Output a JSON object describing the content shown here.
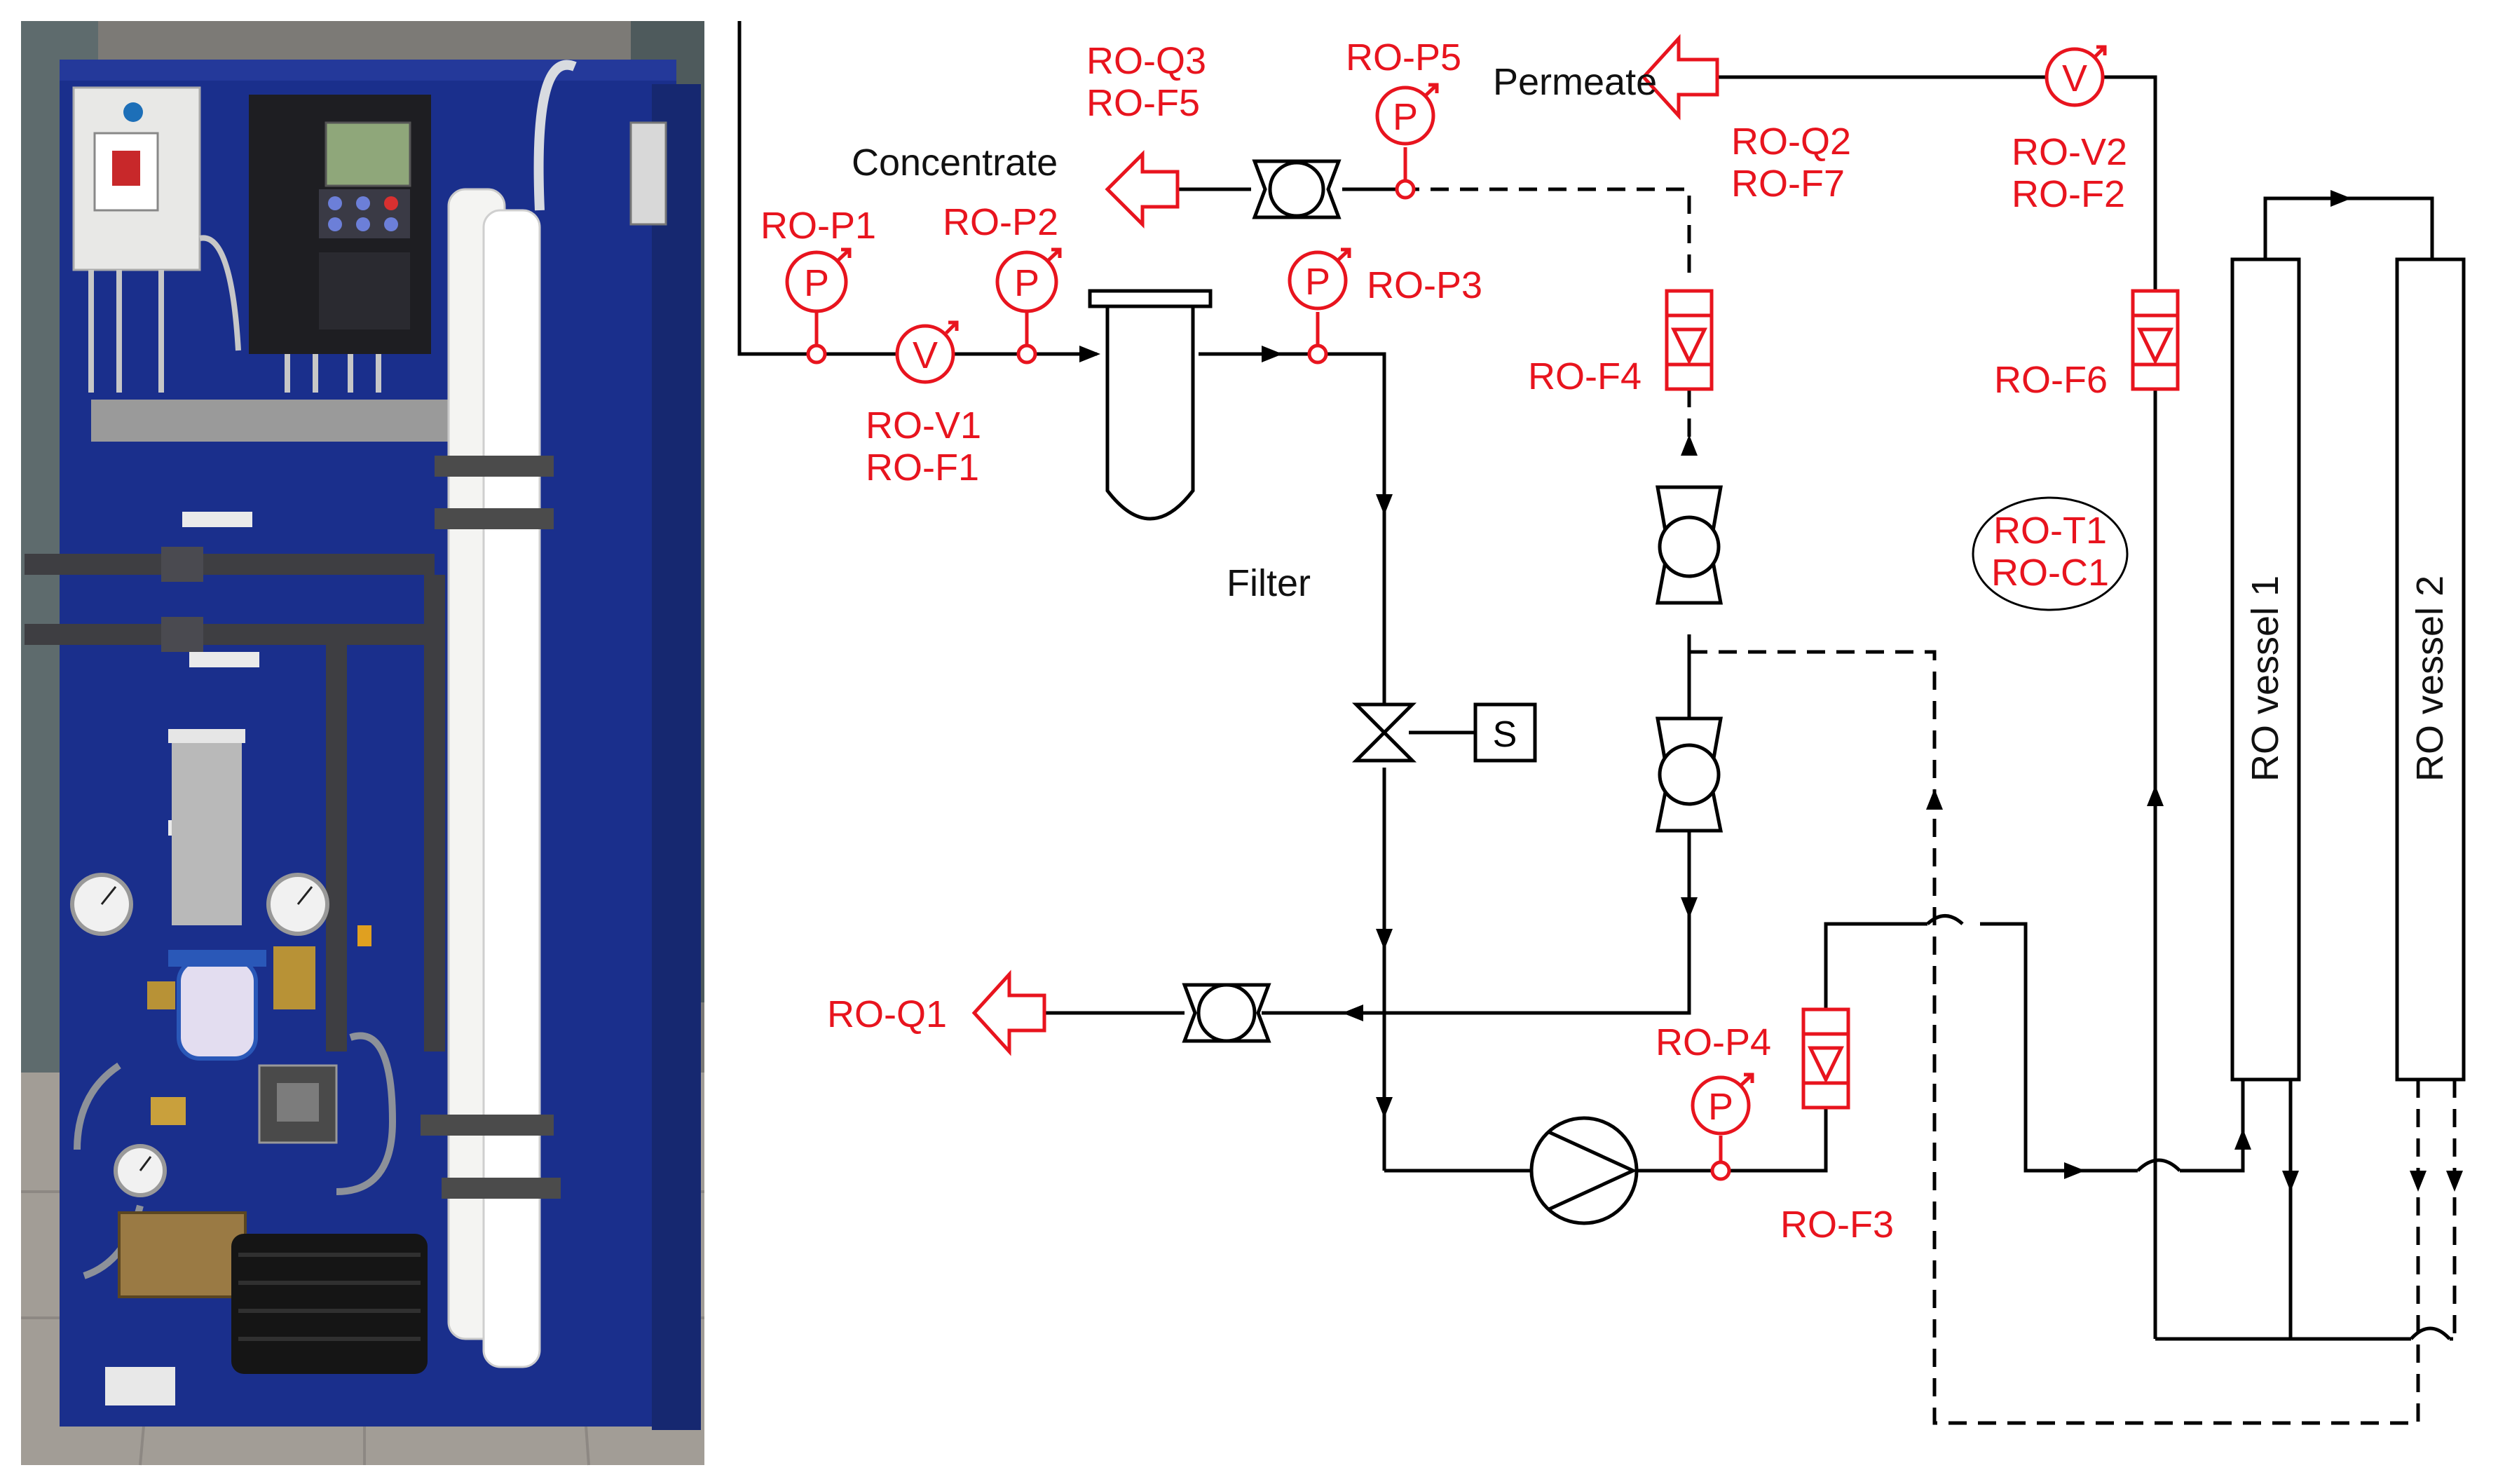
{
  "photo": {
    "panel": "ro-pilot-unit-photo"
  },
  "flow_labels": {
    "concentrate": "Concentrate",
    "permeate": "Permeate",
    "filter": "Filter"
  },
  "vessels": {
    "vessel1": "RO vessel 1",
    "vessel2": "RO vessel 2"
  },
  "sensor_symbols": {
    "pressure": "P",
    "flow": "V",
    "solenoid": "S"
  },
  "sensors": {
    "p1": "RO-P1",
    "p2": "RO-P2",
    "p3": "RO-P3",
    "p4": "RO-P4",
    "p5": "RO-P5",
    "v1": "RO-V1",
    "f1": "RO-F1",
    "v2": "RO-V2",
    "f2": "RO-F2",
    "q1": "RO-Q1",
    "q2": "RO-Q2",
    "f7": "RO-F7",
    "q3": "RO-Q3",
    "f5": "RO-F5",
    "f3": "RO-F3",
    "f4": "RO-F4",
    "f6": "RO-F6",
    "t1": "RO-T1",
    "c1": "RO-C1"
  },
  "colors": {
    "instrument": "#e8141e",
    "line": "#000000",
    "panel_blue": "#1a2f8c",
    "floor": "#9a9590"
  }
}
